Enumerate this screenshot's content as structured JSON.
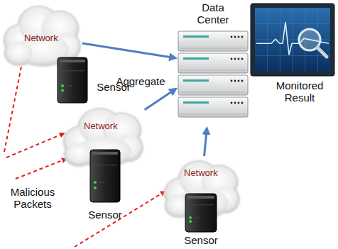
{
  "diagram": {
    "nodes": [
      {
        "text": [
          "Network"
        ]
      },
      {
        "text": [
          "Sensor"
        ]
      },
      {
        "text": [
          "Data Center"
        ]
      },
      {
        "text": [
          "Monitored Result"
        ]
      },
      {
        "text": [
          "Network"
        ]
      },
      {
        "text": [
          "Sensor"
        ]
      },
      {
        "text": [
          "Network"
        ]
      },
      {
        "text": [
          "Sensor"
        ]
      }
    ],
    "edges": [
      {
        "from": 0,
        "to": 2,
        "arrow": "to"
      },
      {
        "from": 4,
        "to": 2,
        "arrow": "to"
      },
      {
        "from": 6,
        "to": 2,
        "arrow": "to"
      }
    ],
    "labels": [
      "Aggregate",
      "Malicious Packets"
    ]
  }
}
